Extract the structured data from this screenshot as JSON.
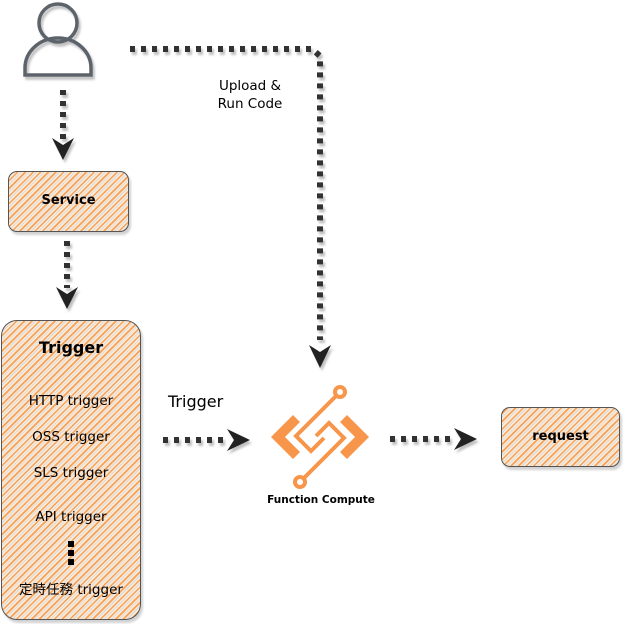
{
  "diagram": {
    "user": {
      "icon": "user-icon"
    },
    "service": {
      "label": "Service"
    },
    "trigger_group": {
      "title": "Trigger",
      "items": [
        "HTTP trigger",
        "OSS trigger",
        "SLS trigger",
        "API trigger"
      ],
      "ellipsis": "vertical-ellipsis",
      "last_item": "定時任務 trigger"
    },
    "edges": {
      "upload_label_line1": "Upload &",
      "upload_label_line2": "Run Code",
      "trigger_label": "Trigger"
    },
    "function_compute": {
      "label": "Function Compute",
      "icon": "function-compute-logo-icon"
    },
    "request": {
      "label": "request"
    },
    "colors": {
      "accent_orange": "#f7964a",
      "hatch_orange": "#f4a25a",
      "arrow_dark": "#333333",
      "user_icon_gray": "#5b636b"
    }
  }
}
